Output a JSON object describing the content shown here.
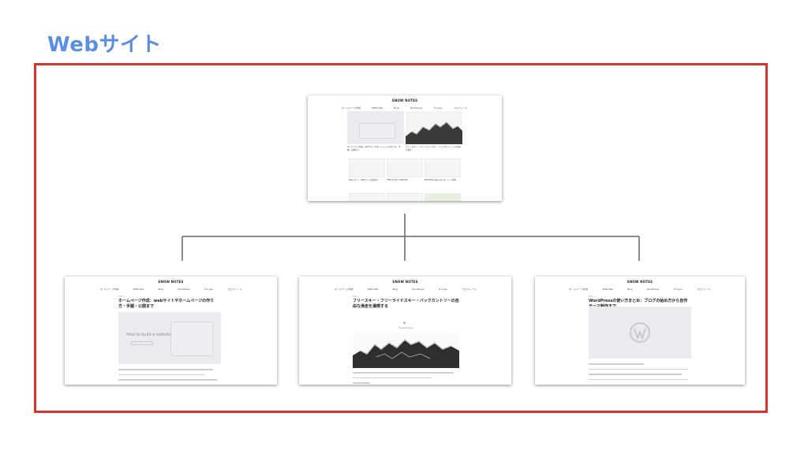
{
  "diagram": {
    "title": "Webサイト",
    "colors": {
      "title": "#5a8ee3",
      "frame": "#d9342b",
      "connector": "#666666"
    }
  },
  "site": {
    "logo": "SNOW NOTES",
    "nav": [
      "ホームページ作成",
      "WEB SNS",
      "Blog",
      "WordPress",
      "ｄｏgen",
      "プロフィール"
    ]
  },
  "pages": {
    "home": {
      "cards_top": [
        "ホームページ作成：webサイトやホームページの作り方・手順・公開まで",
        "フリースキー・フリーライドスキー・バックカントリーの自由な滑走"
      ],
      "cards_mid": [
        "webデザイン・webサイトの作成まで",
        "HTML & CSS・JavaScript",
        "WordPressの使い方まとめ・テーマ制作"
      ]
    },
    "article1": {
      "crumb": "TOP > ...",
      "title": "ホームページ作成：webサイトやホームページの作り方・手順・公開まで",
      "thumb_text": "How to build a website"
    },
    "article2": {
      "crumb": "TOP > ...",
      "title": "フリースキー・フリーライドスキー・バックカントリーの自由な滑走を満喫する",
      "thumb_text": "Freeride Skiing"
    },
    "article3": {
      "crumb": "TOP > ...",
      "title": "WordPressの使い方まとめ：ブログの始め方から自作テーマ制作まで",
      "thumb_icon": "wordpress-icon"
    }
  }
}
